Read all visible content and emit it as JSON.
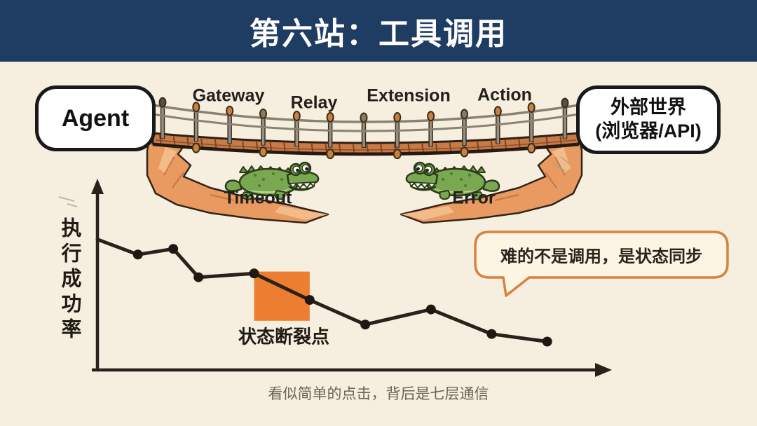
{
  "page": {
    "bg_color": "#f6efdf"
  },
  "header": {
    "title": "第六站：工具调用",
    "bg_color": "#1f3c63",
    "text_color": "#ffffff"
  },
  "bridge": {
    "left_node_label": "Agent",
    "right_node_line1": "外部世界",
    "right_node_line2": "(浏览器/API)",
    "hop_labels": [
      "Gateway",
      "Relay",
      "Extension",
      "Action"
    ],
    "hazard_left": "Timeout",
    "hazard_right": "Error"
  },
  "chart_data": {
    "type": "line",
    "title": "",
    "xlabel": "",
    "ylabel": "执行成功率",
    "xlim": [
      0,
      100
    ],
    "ylim": [
      0,
      100
    ],
    "grid": false,
    "axis_tick_labels_visible": false,
    "points": [
      {
        "x": 0,
        "y": 69
      },
      {
        "x": 8,
        "y": 61
      },
      {
        "x": 15,
        "y": 64
      },
      {
        "x": 20,
        "y": 49
      },
      {
        "x": 31,
        "y": 51
      },
      {
        "x": 42,
        "y": 37
      },
      {
        "x": 53,
        "y": 24
      },
      {
        "x": 66,
        "y": 32
      },
      {
        "x": 78,
        "y": 19
      },
      {
        "x": 89,
        "y": 15
      }
    ],
    "line_color": "#2b211a",
    "marker_color": "#1f1812",
    "highlight": {
      "label": "状态断裂点",
      "x_range": [
        31,
        42
      ],
      "y_range": [
        26,
        52
      ],
      "color": "#ec7e31"
    }
  },
  "annotation_bubble": {
    "text": "难的不是调用，是状态同步",
    "border_color": "#d8823f",
    "fill_color": "#fdf5e3"
  },
  "caption": "看似简单的点击，背后是七层通信"
}
